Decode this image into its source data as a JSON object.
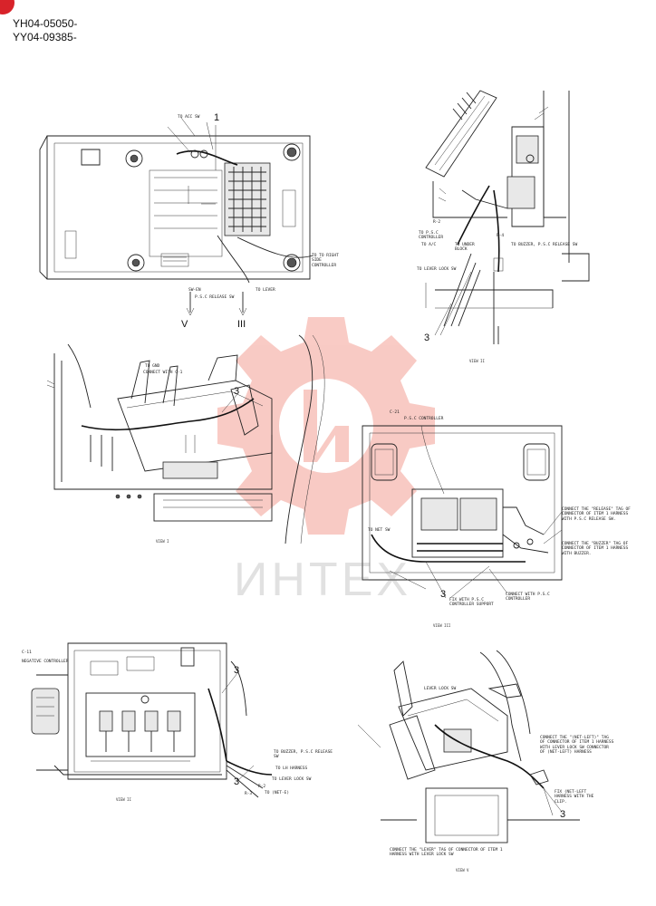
{
  "header": {
    "serial_1": "YH04-05050-",
    "serial_2": "YY04-09385-"
  },
  "brand": {
    "corner_color": "#d8232a",
    "watermark_color": "#e8452f",
    "watermark_text": "ИНТЕХ"
  },
  "top_left": {
    "callout": "1",
    "view_v": "V",
    "view_iii": "III",
    "labels": [
      "TO ACC SW",
      "TO TO RIGHT SIDE CONTROLLER",
      "P.S.C RELEASE SW",
      "TO LEVER",
      "SW-EN"
    ]
  },
  "top_right": {
    "callout": "3",
    "caption": "VIEW II",
    "labels": [
      "TO P.S.C CONTROLLER",
      "TO A/C",
      "TO UNDER BLOCK",
      "TO BUZZER, P.S.C RELEASE SW",
      "TO LEVER LOCK SW",
      "R-2",
      "R-4"
    ]
  },
  "mid_left": {
    "callout": "3",
    "caption": "VIEW I",
    "labels": [
      "TO GND",
      "CONNECT WITH C-1"
    ]
  },
  "mid_right": {
    "callout": "3",
    "code": "C-21",
    "caption": "VIEW III",
    "labels": [
      "P.S.C CONTROLLER",
      "TO NET SW",
      "FIX WITH P.S.C CONTROLLER SUPPORT",
      "CONNECT WITH P.S.C CONTROLLER"
    ],
    "note_1": "CONNECT THE \"RELEASE\" TAG OF CONNECTOR OF ITEM 1 HARNESS WITH P.S.C RELEASE SW.",
    "note_2": "CONNECT THE \"BUZZER\" TAG OF CONNECTOR OF ITEM 1 HARNESS WITH BUZZER."
  },
  "bottom_left": {
    "callout_a": "3",
    "callout_b": "3",
    "code": "C-11",
    "caption": "VIEW II",
    "labels": [
      "NEGATIVE CONTROLLER",
      "TO BUZZER, P.S.C RELEASE SW",
      "TO LH HARNESS",
      "TO LEVER LOCK SW",
      "TO (NET-E)",
      "R-2",
      "R-3"
    ]
  },
  "bottom_right": {
    "callout": "3",
    "caption": "VIEW V",
    "labels": [
      "LEVER LOCK SW",
      "FIX (NET-LEFT HARNESS WITH THE CLIP."
    ],
    "note_1": "CONNECT THE \"(NET-LEFT)\" TAG OF CONNECTOR OF ITEM 1 HARNESS WITH LEVER LOCK SW CONNECTOR OF (NET-LEFT) HARNESS",
    "note_2": "CONNECT THE \"LEVER\" TAG OF CONNECTOR OF ITEM 1 HARNESS WITH LEVER LOCK SW"
  },
  "icons": {
    "corner": "corner-badge-icon",
    "watermark": "gear-logo-icon"
  }
}
